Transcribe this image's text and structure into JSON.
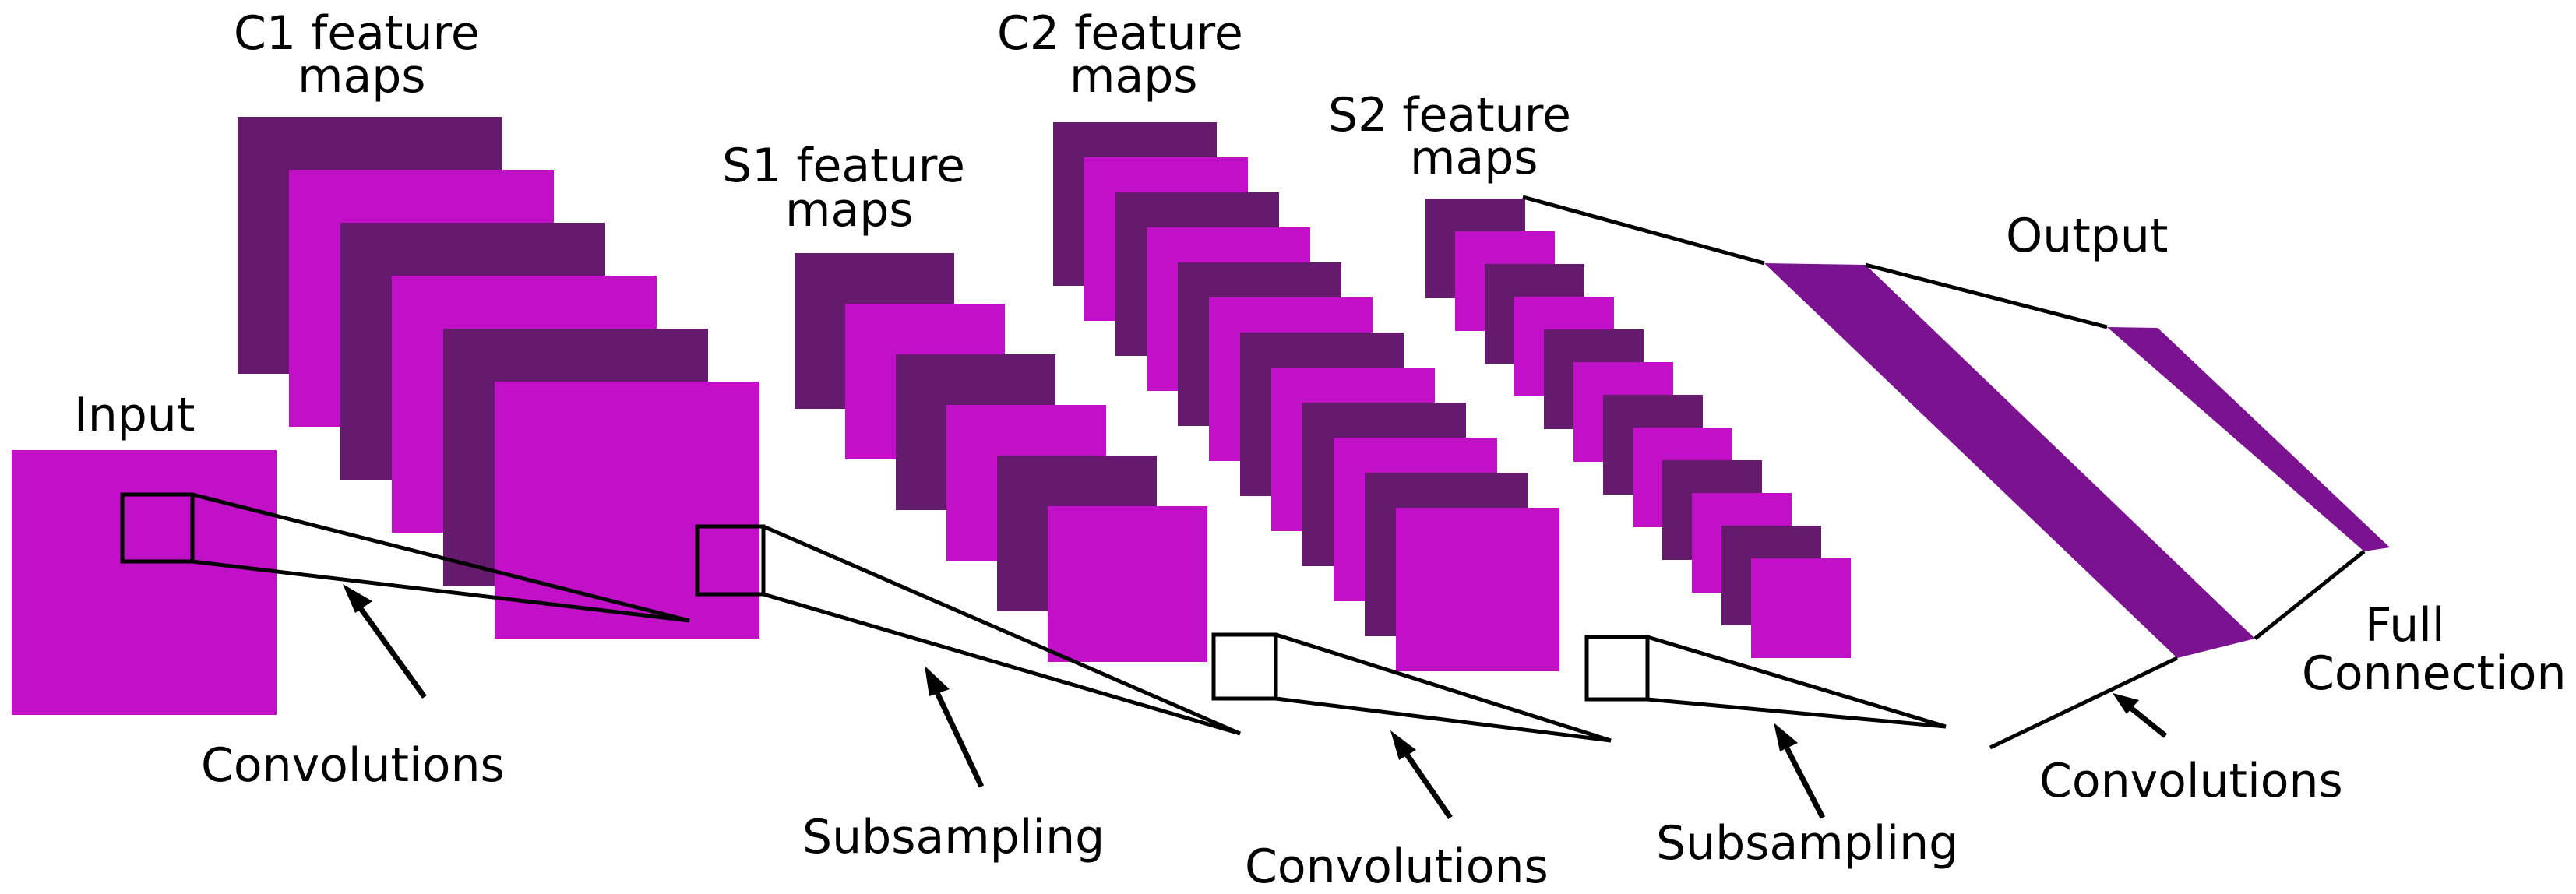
{
  "colors": {
    "dark": "#661a6e",
    "light": "#c20fc8",
    "output": "#7b1290",
    "stroke": "#000000",
    "background": "#ffffff"
  },
  "labels": {
    "input": "Input",
    "c1_line1": "C1 feature",
    "c1_line2": "maps",
    "s1_line1": "S1 feature",
    "s1_line2": "maps",
    "c2_line1": "C2 feature",
    "c2_line2": "maps",
    "s2_line1": "S2 feature",
    "s2_line2": "maps",
    "output": "Output",
    "full_line1": "Full",
    "full_line2": "Connection",
    "convolutions_1": "Convolutions",
    "subsampling_1": "Subsampling",
    "convolutions_2": "Convolutions",
    "subsampling_2": "Subsampling",
    "convolutions_3": "Convolutions"
  },
  "layers": {
    "c1_maps": 6,
    "s1_maps": 6,
    "c2_maps": 12,
    "s2_maps": 12
  }
}
